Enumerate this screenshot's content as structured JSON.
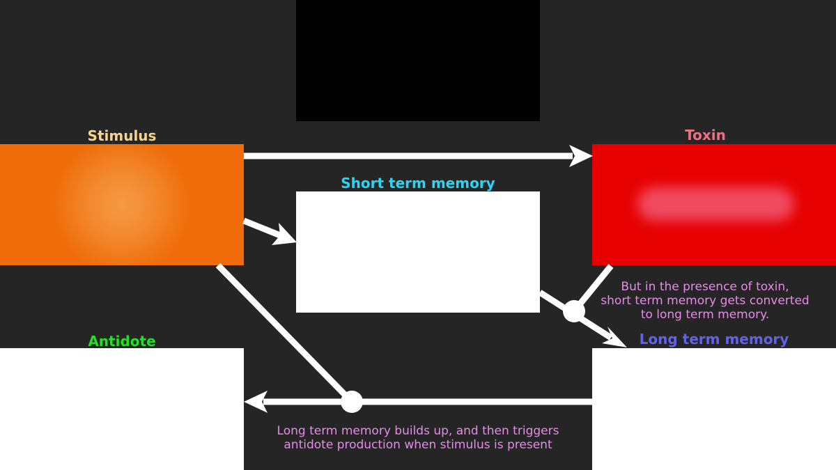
{
  "labels": {
    "stimulus": "Stimulus",
    "toxin": "Toxin",
    "short_term_memory": "Short term memory",
    "antidote": "Antidote",
    "long_term_memory": "Long term memory"
  },
  "notes": {
    "conversion": [
      "But in the presence of toxin,",
      "short term memory gets converted",
      "to long term memory."
    ],
    "antidote_trigger": [
      "Long term memory builds up, and then triggers",
      "antidote production when stimulus is present"
    ]
  },
  "colors": {
    "background": "#262526",
    "stimulus_box": "#ef6c08",
    "stimulus_label": "#f7d48b",
    "toxin_box": "#e60000",
    "toxin_label": "#ee6f7f",
    "short_term_memory_label": "#2ad4f4",
    "antidote_label": "#22e022",
    "long_term_memory_label": "#5f63ea",
    "note_text": "#e58ce6",
    "arrow": "#ffffff",
    "video_frame": "#000000"
  }
}
